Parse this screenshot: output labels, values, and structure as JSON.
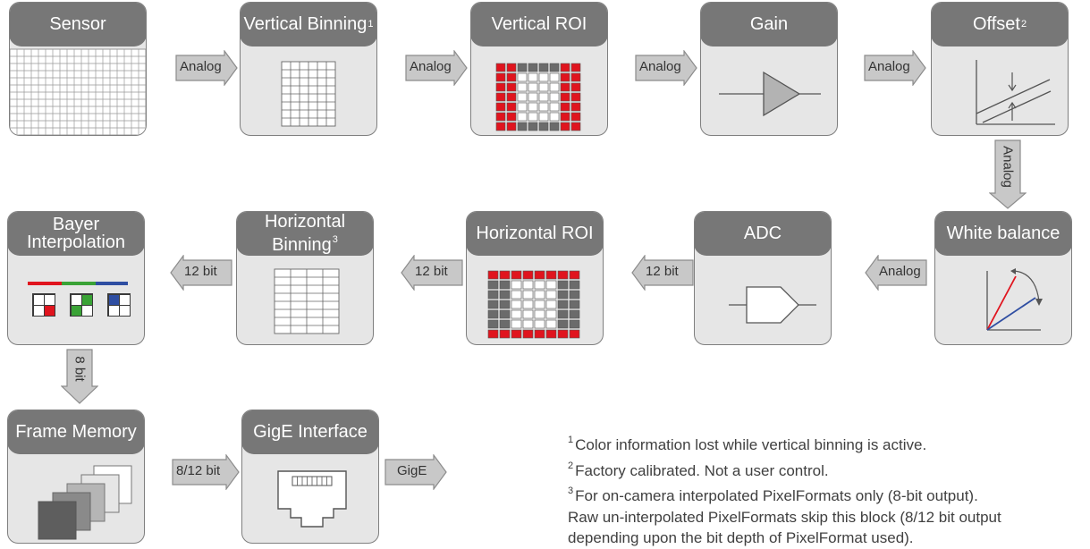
{
  "blocks": {
    "sensor": {
      "title": "Sensor"
    },
    "vertical_binning": {
      "title": "Vertical Binning",
      "note_ref": "1"
    },
    "vertical_roi": {
      "title": "Vertical ROI"
    },
    "gain": {
      "title": "Gain"
    },
    "offset": {
      "title": "Offset",
      "note_ref": "2"
    },
    "white_balance": {
      "title": "White balance"
    },
    "adc": {
      "title": "ADC"
    },
    "horizontal_roi": {
      "title": "Horizontal ROI"
    },
    "horizontal_binning": {
      "title_line1": "Horizontal",
      "title_line2": "Binning",
      "note_ref": "3"
    },
    "bayer_interpolation": {
      "title_line1": "Bayer",
      "title_line2": "Interpolation"
    },
    "frame_memory": {
      "title": "Frame Memory"
    },
    "gige_interface": {
      "title": "GigE Interface"
    }
  },
  "arrows": {
    "sensor_to_vbin": "Analog",
    "vbin_to_vroi": "Analog",
    "vroi_to_gain": "Analog",
    "gain_to_offset": "Analog",
    "offset_to_wb": "Analog",
    "wb_to_adc": "Analog",
    "adc_to_hroi": "12 bit",
    "hroi_to_hbin": "12 bit",
    "hbin_to_bayer": "12 bit",
    "bayer_to_frame": "8 bit",
    "frame_to_gige": "8/12 bit",
    "gige_out": "GigE"
  },
  "colors": {
    "block_fill": "#e6e6e6",
    "header_fill": "#777777",
    "arrow_fill": "#c8c8c8",
    "roi_red": "#e0141e",
    "roi_gray": "#6b6b6b",
    "bayer_red": "#e0141e",
    "bayer_green": "#3aa336",
    "bayer_blue": "#2f4ea2"
  },
  "notes": [
    {
      "ref": "1",
      "text": "Color information lost while vertical binning is active."
    },
    {
      "ref": "2",
      "text": "Factory calibrated. Not a user control."
    },
    {
      "ref": "3",
      "text": "For on-camera interpolated PixelFormats only (8-bit output)."
    },
    {
      "ref": "",
      "text": "Raw un-interpolated PixelFormats skip this block (8/12 bit output"
    },
    {
      "ref": "",
      "text": "depending upon the bit depth of PixelFormat used)."
    }
  ]
}
